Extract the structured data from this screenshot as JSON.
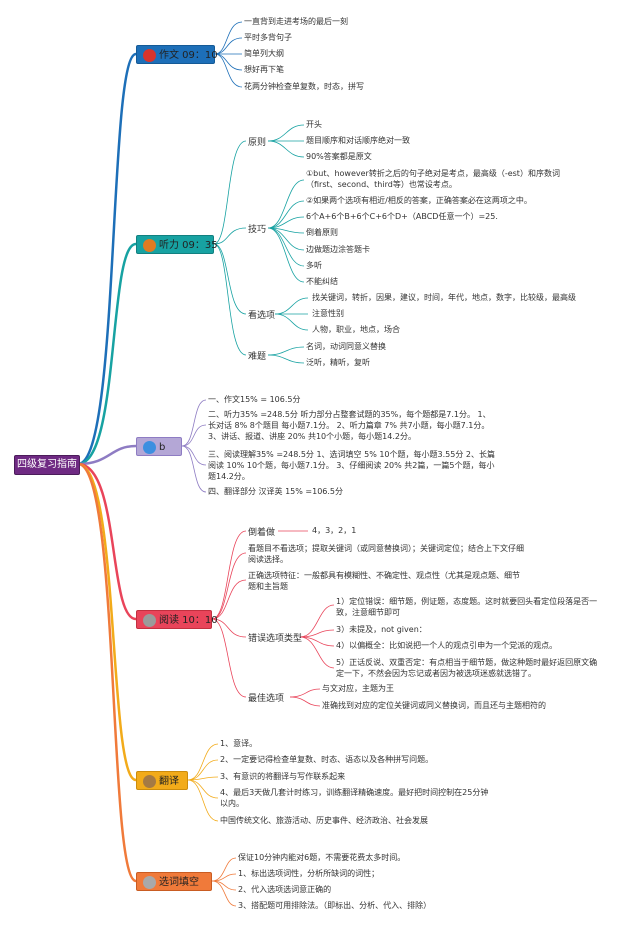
{
  "root": {
    "label": "四级复习指南"
  },
  "colors": {
    "b1": "#1d6fb8",
    "b2": "#17a2a2",
    "b3": "#8e7cc3",
    "b4": "#e9445a",
    "b5": "#f2ab1a",
    "b6": "#f07a3a"
  },
  "b1": {
    "label": "作文 09：10",
    "items": [
      "一直背到走进考场的最后一刻",
      "平时多背句子",
      "简单列大纲",
      "想好再下笔",
      "花两分钟检查单复数，时态，拼写"
    ]
  },
  "b2": {
    "label": "听力 09：35",
    "s1": {
      "label": "原则",
      "items": [
        "开头",
        "题目顺序和对话顺序绝对一致",
        "90%答案都是原文"
      ]
    },
    "s2": {
      "label": "技巧",
      "items": [
        "①but、however转折之后的句子绝对是考点，最高级（-est）和序数词（first、second、third等）也常设考点。",
        "②如果两个选项有相近/相反的答案，正确答案必在这两项之中。",
        "6个A+6个B+6个C+6个D+（ABCD任意一个）=25.",
        "倒着原则",
        "边做题边涂答题卡",
        "多听",
        "不能纠结"
      ]
    },
    "s3": {
      "label": "看选项",
      "items": [
        "找关键词，转折，因果，建议，时间，年代，地点，数字，比较级，最高级",
        "注意性别",
        "人物，职业，地点，场合"
      ]
    },
    "s4": {
      "label": "难题",
      "items": [
        "名词，动词同意义替换",
        "泛听，精听，复听"
      ]
    }
  },
  "b3": {
    "label": "b",
    "items": [
      "一、作文15% = 106.5分",
      "二、听力35% =248.5分 听力部分占整套试题的35%，每个题都是7.1分。 1、长对话 8% 8个题目 每小题7.1分。 2、听力篇章 7% 共7小题，每小题7.1分。 3、讲话、报道、讲座 20% 共10个小题，每小题14.2分。",
      "三、阅读理解35% =248.5分 1、选词填空 5% 10个题，每小题3.55分 2、长篇阅读 10% 10个题，每小题7.1分。 3、仔细阅读 20% 共2篇，一篇5个题，每小题14.2分。",
      "四、翻译部分 汉译英 15% =106.5分"
    ]
  },
  "b4": {
    "label": "阅读 10：10",
    "s1": {
      "label": "倒着做",
      "items": [
        "4，3，2，1"
      ]
    },
    "s2": {
      "label": "看题目不看选项；提取关键词（或同意替换词）；关键词定位；结合上下文仔细阅读选择。"
    },
    "s3": {
      "label": "正确选项特征：一般都具有模糊性、不确定性、观点性（尤其是观点题、细节题和主旨题"
    },
    "s4": {
      "label": "错误选项类型",
      "items": [
        "1）定位错误：细节题，例证题，态度题。这时就要回头看定位段落是否一致，注意细节即可",
        "3）未提及，not given：",
        "4）以偏概全：比如说把一个人的观点引申为一个党派的观点。",
        "5）正话反说、双重否定：有点相当于细节题，做这种题时最好返回原文确定一下，不然会因为忘记或者因为被选项迷惑就选错了。"
      ]
    },
    "s5": {
      "label": "最佳选项",
      "items": [
        "与文对应，主题为王",
        "准确找到对应的定位关键词或同义替换词，而且还与主题相符的"
      ]
    }
  },
  "b5": {
    "label": "翻译",
    "items": [
      "1、意译。",
      "2、一定要记得检查单复数、时态、语态以及各种拼写问题。",
      "3、有意识的将翻译与写作联系起来",
      "4、最后3天做几套计时练习，训练翻译精确速度。最好把时间控制在25分钟以内。",
      "中国传统文化、旅游活动、历史事件、经济政治、社会发展"
    ]
  },
  "b6": {
    "label": "选词填空",
    "items": [
      "保证10分钟内能对6题，不需要花费太多时间。",
      "1、标出选项词性，分析所缺词的词性；",
      "2、代入选项选词意正确的",
      "3、搭配题可用排除法。（即标出、分析、代入、排除）"
    ]
  }
}
